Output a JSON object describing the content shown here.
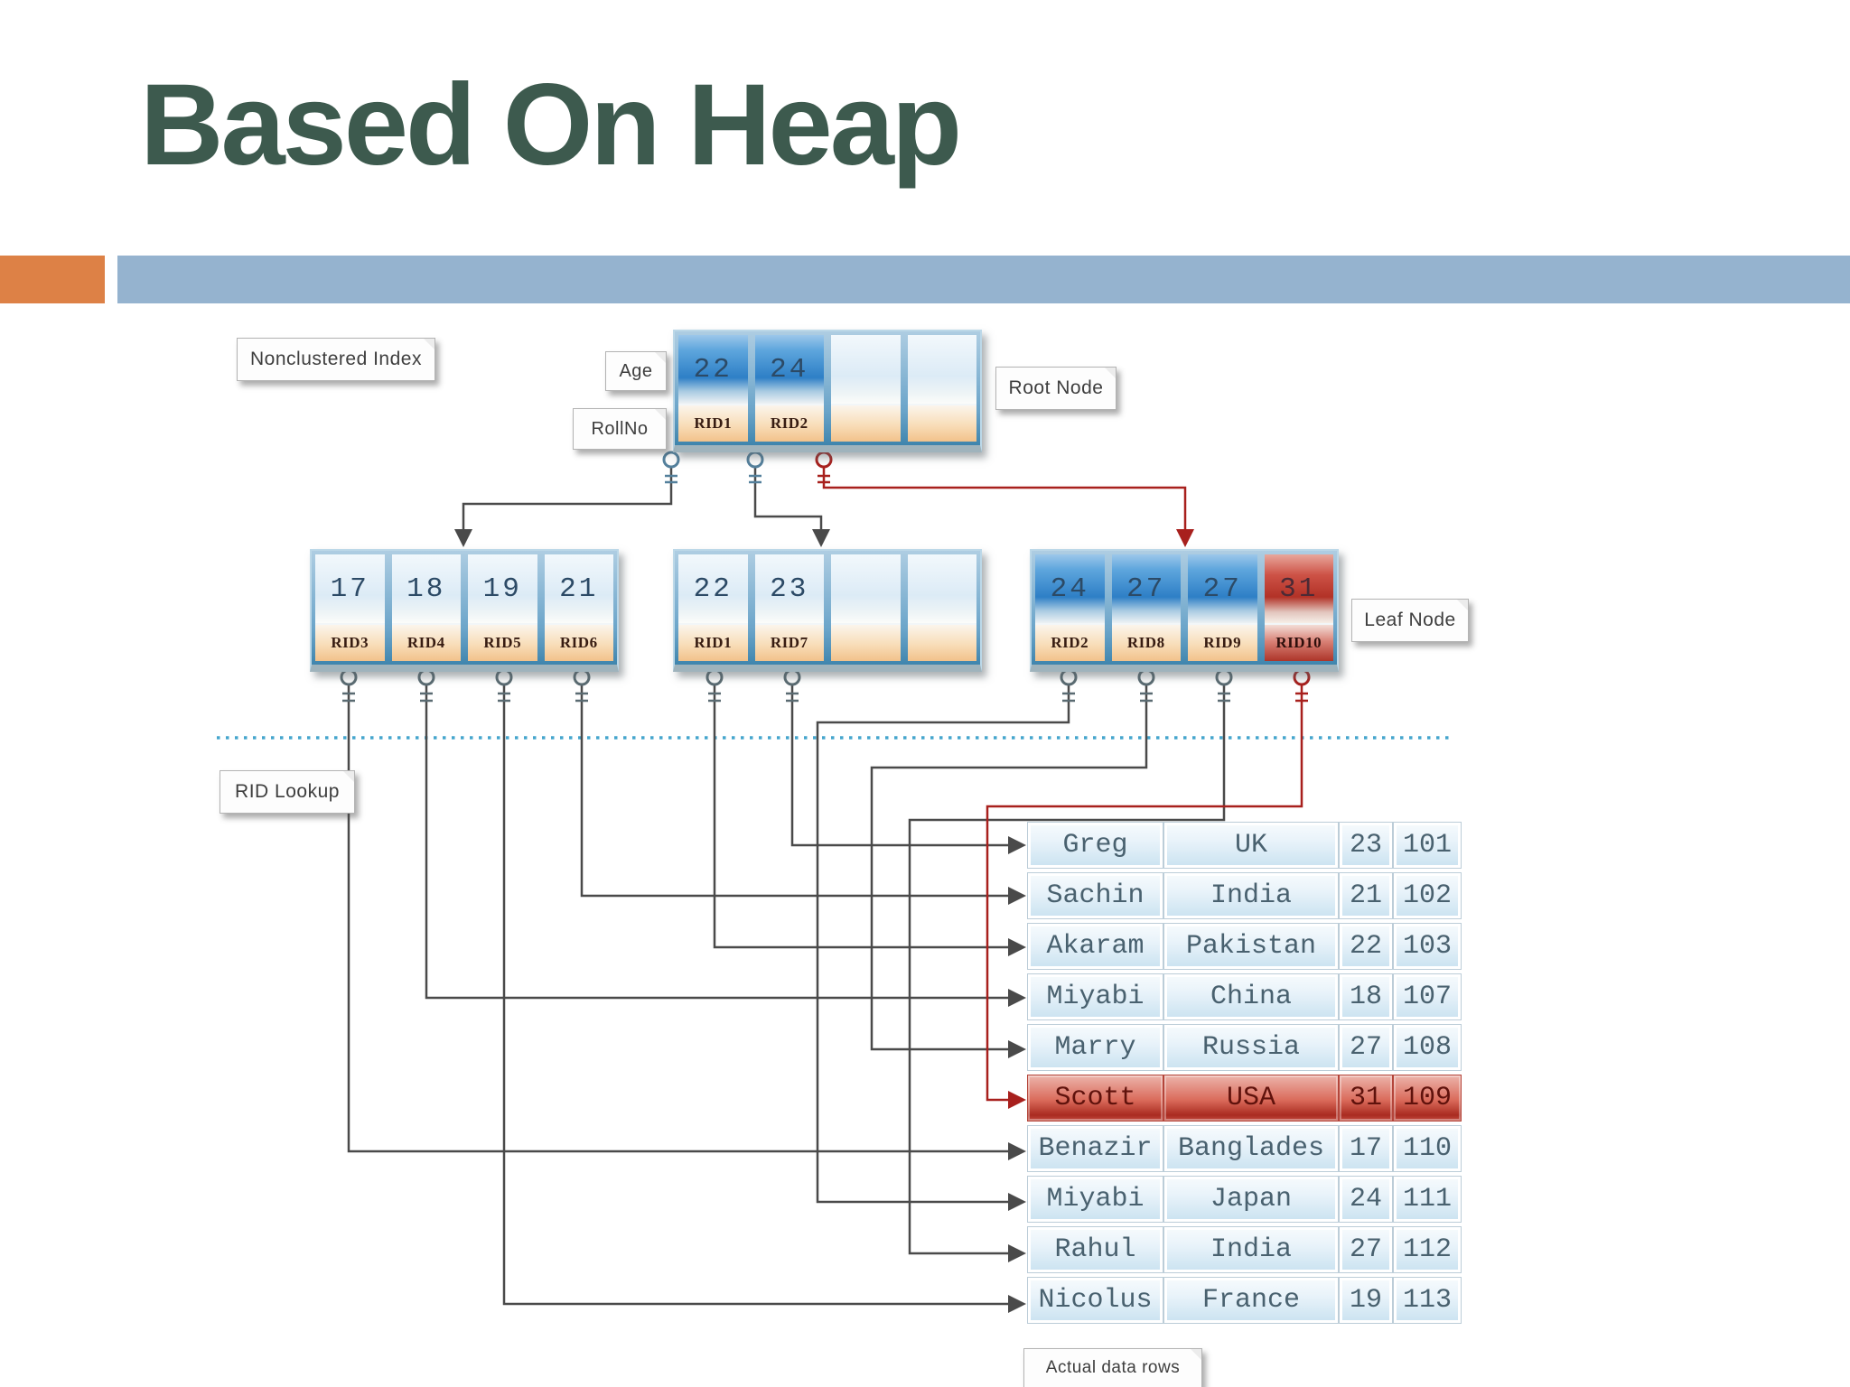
{
  "slide": {
    "title": "Based On Heap"
  },
  "callouts": {
    "nonclustered_index": "Nonclustered Index",
    "age": "Age",
    "rollno": "RollNo",
    "root_node": "Root Node",
    "leaf_node": "Leaf Node",
    "rid_lookup": "RID Lookup",
    "actual_data_rows": "Actual data rows"
  },
  "index": {
    "root": {
      "cells": [
        {
          "key": "22",
          "rid": "RID1",
          "state": "filled"
        },
        {
          "key": "24",
          "rid": "RID2",
          "state": "filled"
        },
        {
          "key": "",
          "rid": "",
          "state": "empty"
        },
        {
          "key": "",
          "rid": "",
          "state": "empty"
        }
      ]
    },
    "leaves": [
      {
        "cells": [
          {
            "key": "17",
            "rid": "RID3",
            "state": "plain"
          },
          {
            "key": "18",
            "rid": "RID4",
            "state": "plain"
          },
          {
            "key": "19",
            "rid": "RID5",
            "state": "plain"
          },
          {
            "key": "21",
            "rid": "RID6",
            "state": "plain"
          }
        ]
      },
      {
        "cells": [
          {
            "key": "22",
            "rid": "RID1",
            "state": "plain"
          },
          {
            "key": "23",
            "rid": "RID7",
            "state": "plain"
          },
          {
            "key": "",
            "rid": "",
            "state": "empty"
          },
          {
            "key": "",
            "rid": "",
            "state": "empty"
          }
        ]
      },
      {
        "cells": [
          {
            "key": "24",
            "rid": "RID2",
            "state": "filled"
          },
          {
            "key": "27",
            "rid": "RID8",
            "state": "filled"
          },
          {
            "key": "27",
            "rid": "RID9",
            "state": "filled"
          },
          {
            "key": "31",
            "rid": "RID10",
            "state": "highlight"
          }
        ]
      }
    ]
  },
  "heap_table": {
    "rows": [
      {
        "name": "Greg",
        "country": "UK",
        "age": "23",
        "rollno": "101",
        "highlight": false
      },
      {
        "name": "Sachin",
        "country": "India",
        "age": "21",
        "rollno": "102",
        "highlight": false
      },
      {
        "name": "Akaram",
        "country": "Pakistan",
        "age": "22",
        "rollno": "103",
        "highlight": false
      },
      {
        "name": "Miyabi",
        "country": "China",
        "age": "18",
        "rollno": "107",
        "highlight": false
      },
      {
        "name": "Marry",
        "country": "Russia",
        "age": "27",
        "rollno": "108",
        "highlight": false
      },
      {
        "name": "Scott",
        "country": "USA",
        "age": "31",
        "rollno": "109",
        "highlight": true
      },
      {
        "name": "Benazir",
        "country": "Banglades",
        "age": "17",
        "rollno": "110",
        "highlight": false
      },
      {
        "name": "Miyabi",
        "country": "Japan",
        "age": "24",
        "rollno": "111",
        "highlight": false
      },
      {
        "name": "Rahul",
        "country": "India",
        "age": "27",
        "rollno": "112",
        "highlight": false
      },
      {
        "name": "Nicolus",
        "country": "France",
        "age": "19",
        "rollno": "113",
        "highlight": false
      }
    ]
  },
  "colors": {
    "title_green": "#3d5a4e",
    "accent_orange": "#dd8146",
    "accent_blue": "#95b3cf",
    "key_blue": "#2e7fc6",
    "rid_peach": "#f2c28b",
    "highlight_red": "#ad3529",
    "wire_dark": "#4a4a4a",
    "wire_red": "#a8201d",
    "dotted_line_blue": "#45a5cd"
  }
}
